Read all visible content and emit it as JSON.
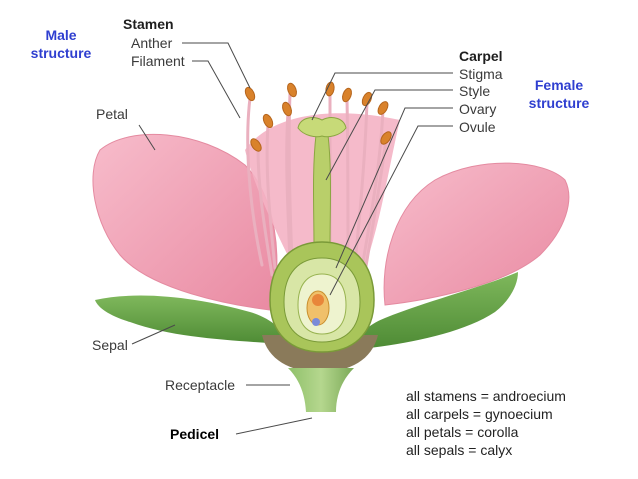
{
  "male_group": {
    "line1": "Male",
    "line2": "structure"
  },
  "female_group": {
    "line1": "Female",
    "line2": "structure"
  },
  "stamen": {
    "heading": "Stamen",
    "anther": "Anther",
    "filament": "Filament"
  },
  "carpel": {
    "heading": "Carpel",
    "stigma": "Stigma",
    "style": "Style",
    "ovary": "Ovary",
    "ovule": "Ovule"
  },
  "parts": {
    "petal": "Petal",
    "sepal": "Sepal",
    "receptacle": "Receptacle",
    "pedicel": "Pedicel"
  },
  "summary": [
    "all stamens = androecium",
    "all carpels = gynoecium",
    "all petals = corolla",
    "all sepals = calyx"
  ],
  "colors": {
    "petal": "#f2a6b8",
    "sepal": "#6aa84f",
    "carpel": "#b9cf6a",
    "anther": "#d9822b",
    "male_female_text": "#2f3fd0"
  }
}
